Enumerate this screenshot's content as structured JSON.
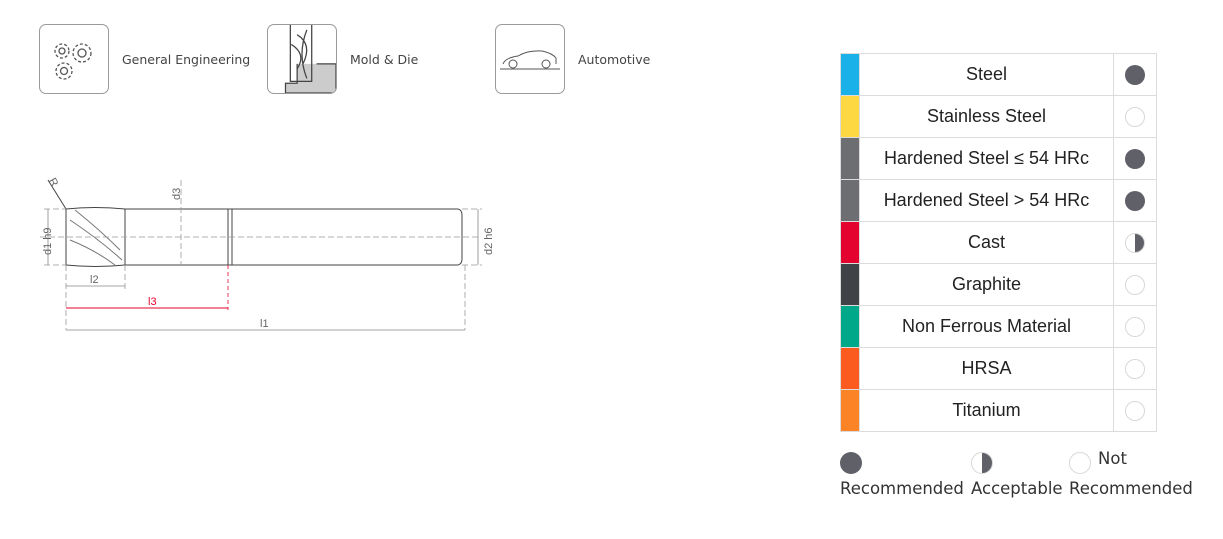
{
  "applications": [
    {
      "icon": "gears-icon",
      "label": "General Engineering"
    },
    {
      "icon": "mold-die-icon",
      "label": "Mold & Die"
    },
    {
      "icon": "car-icon",
      "label": "Automotive"
    }
  ],
  "drawing": {
    "labels": {
      "r": "R",
      "d1": "d1 h9",
      "d2": "d2 h6",
      "d3": "d3",
      "l1": "l1",
      "l2": "l2",
      "l3": "l3"
    },
    "highlight_color": "#e4032e"
  },
  "materials": [
    {
      "name": "Steel",
      "color": "#1ab0e8",
      "status": "recommended"
    },
    {
      "name": "Stainless Steel",
      "color": "#fdd843",
      "status": "not-recommended"
    },
    {
      "name": "Hardened Steel ≤ 54 HRc",
      "color": "#6d6e72",
      "status": "recommended"
    },
    {
      "name": "Hardened Steel > 54 HRc",
      "color": "#6d6e72",
      "status": "recommended"
    },
    {
      "name": "Cast",
      "color": "#e4032e",
      "status": "acceptable"
    },
    {
      "name": "Graphite",
      "color": "#3f4347",
      "status": "not-recommended"
    },
    {
      "name": "Non Ferrous Material",
      "color": "#00a88a",
      "status": "not-recommended"
    },
    {
      "name": "HRSA",
      "color": "#fc5b20",
      "status": "not-recommended"
    },
    {
      "name": "Titanium",
      "color": "#fc8427",
      "status": "not-recommended"
    }
  ],
  "legend": {
    "recommended": "Recommended",
    "acceptable": "Acceptable",
    "not_top": "Not",
    "not_bottom": "Recommended"
  }
}
